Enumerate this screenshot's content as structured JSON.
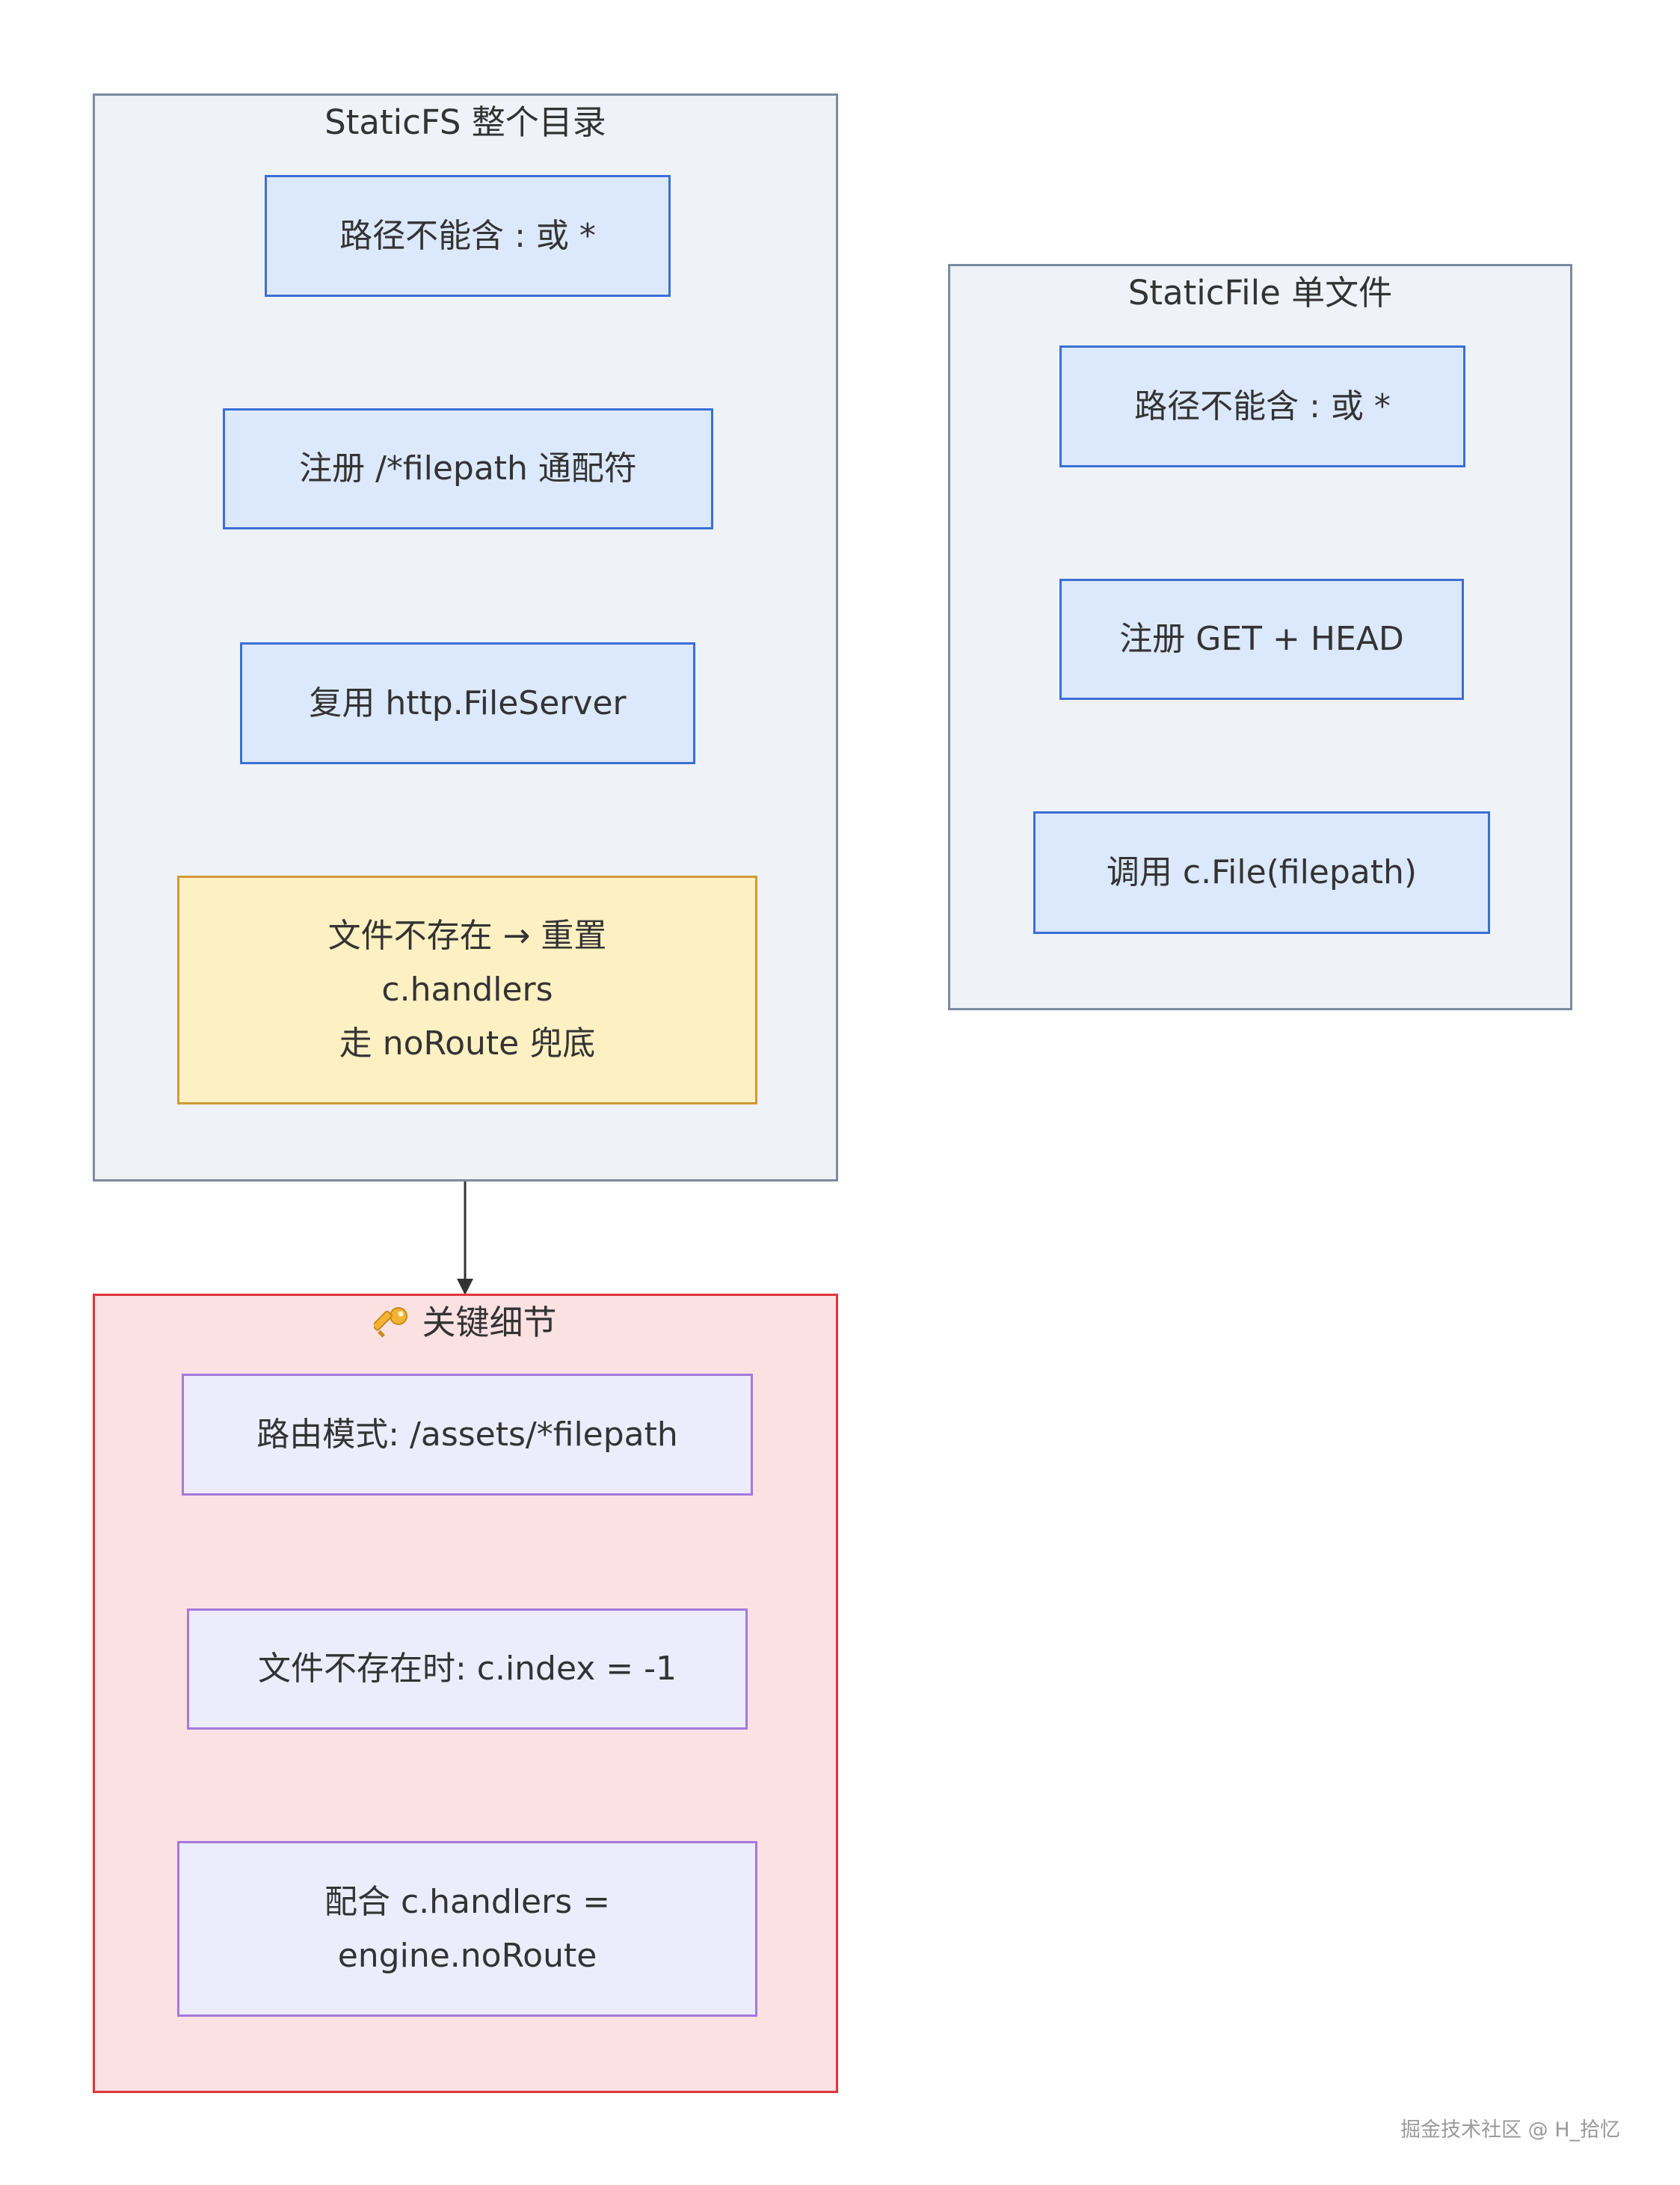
{
  "colors": {
    "group_fill": "#eff3f8",
    "group_border": "#7b8ba1",
    "node_fill": "#dce8fb",
    "node_border": "#3c6fd6",
    "warn_fill": "#fdf0c3",
    "warn_border": "#d3993a",
    "key_fill": "#fce1e3",
    "key_border": "#e0353b",
    "purple_fill": "#ececfd",
    "purple_border": "#a678dc",
    "edge": "#333333"
  },
  "static_fs": {
    "title": "StaticFS 整个目录",
    "nodes": [
      {
        "lines": [
          "路径不能含 : 或 *"
        ]
      },
      {
        "lines": [
          "注册 /*filepath 通配符"
        ]
      },
      {
        "lines": [
          "复用 http.FileServer"
        ]
      },
      {
        "lines": [
          "文件不存在 → 重置",
          "c.handlers",
          "走 noRoute 兜底"
        ]
      }
    ]
  },
  "static_file": {
    "title": "StaticFile 单文件",
    "nodes": [
      {
        "lines": [
          "路径不能含 : 或 *"
        ]
      },
      {
        "lines": [
          "注册 GET + HEAD"
        ]
      },
      {
        "lines": [
          "调用 c.File(filepath)"
        ]
      }
    ]
  },
  "key_details": {
    "icon": "key-icon",
    "title": "关键细节",
    "nodes": [
      {
        "lines": [
          "路由模式: /assets/*filepath"
        ]
      },
      {
        "lines": [
          "文件不存在时: c.index = -1"
        ]
      },
      {
        "lines": [
          "配合 c.handlers =",
          "engine.noRoute"
        ]
      }
    ]
  },
  "watermark": "掘金技术社区 @ H_拾忆"
}
